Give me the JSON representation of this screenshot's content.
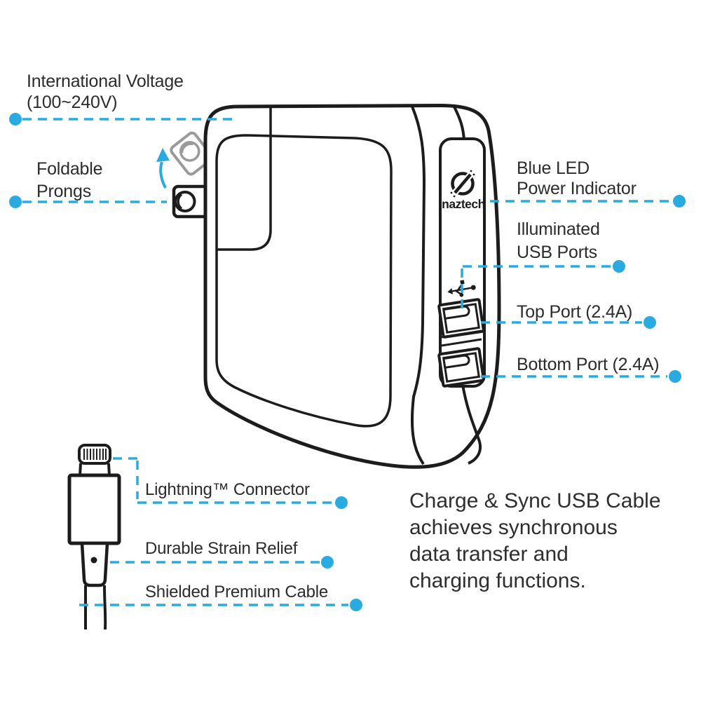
{
  "colors": {
    "accent": "#29abe2",
    "ink": "#2c2c2c",
    "line_dark": "#1c1c1c",
    "prong_gray": "#9a9a9a"
  },
  "brand": {
    "logo_text": "naztech"
  },
  "callouts": {
    "international_voltage": {
      "line1": "International Voltage",
      "line2": "(100~240V)"
    },
    "foldable_prongs": {
      "line1": "Foldable",
      "line2": "Prongs"
    },
    "blue_led_power_indicator": {
      "line1": "Blue LED",
      "line2": "Power Indicator"
    },
    "illuminated_usb_ports": {
      "line1": "Illuminated",
      "line2": "USB Ports"
    },
    "top_port": {
      "label": "Top Port (2.4A)"
    },
    "bottom_port": {
      "label": "Bottom Port (2.4A)"
    },
    "lightning_connector": {
      "label": "Lightning™ Connector"
    },
    "durable_strain_relief": {
      "label": "Durable Strain Relief"
    },
    "shielded_premium_cable": {
      "label": "Shielded Premium Cable"
    }
  },
  "description": {
    "line1": "Charge & Sync USB Cable",
    "line2": "achieves synchronous",
    "line3": "data transfer and",
    "line4": "charging functions."
  }
}
